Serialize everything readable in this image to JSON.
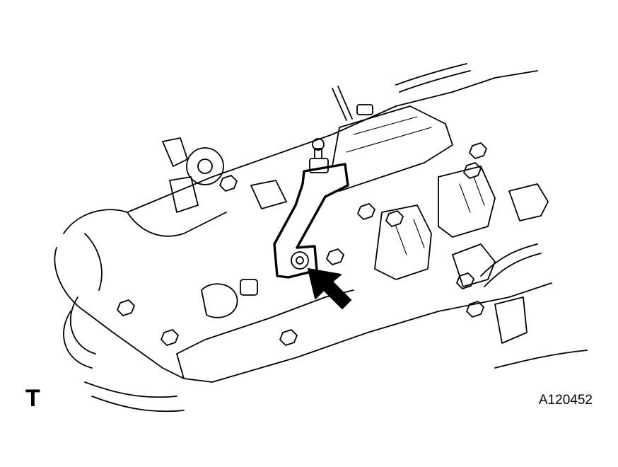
{
  "labels": {
    "corner_letter": "T",
    "figure_code": "A120452"
  },
  "colors": {
    "ink": "#000000",
    "paper": "#ffffff"
  },
  "callout": {
    "icon": "pointer-arrow-icon",
    "highlight": "bracket-bolt"
  }
}
